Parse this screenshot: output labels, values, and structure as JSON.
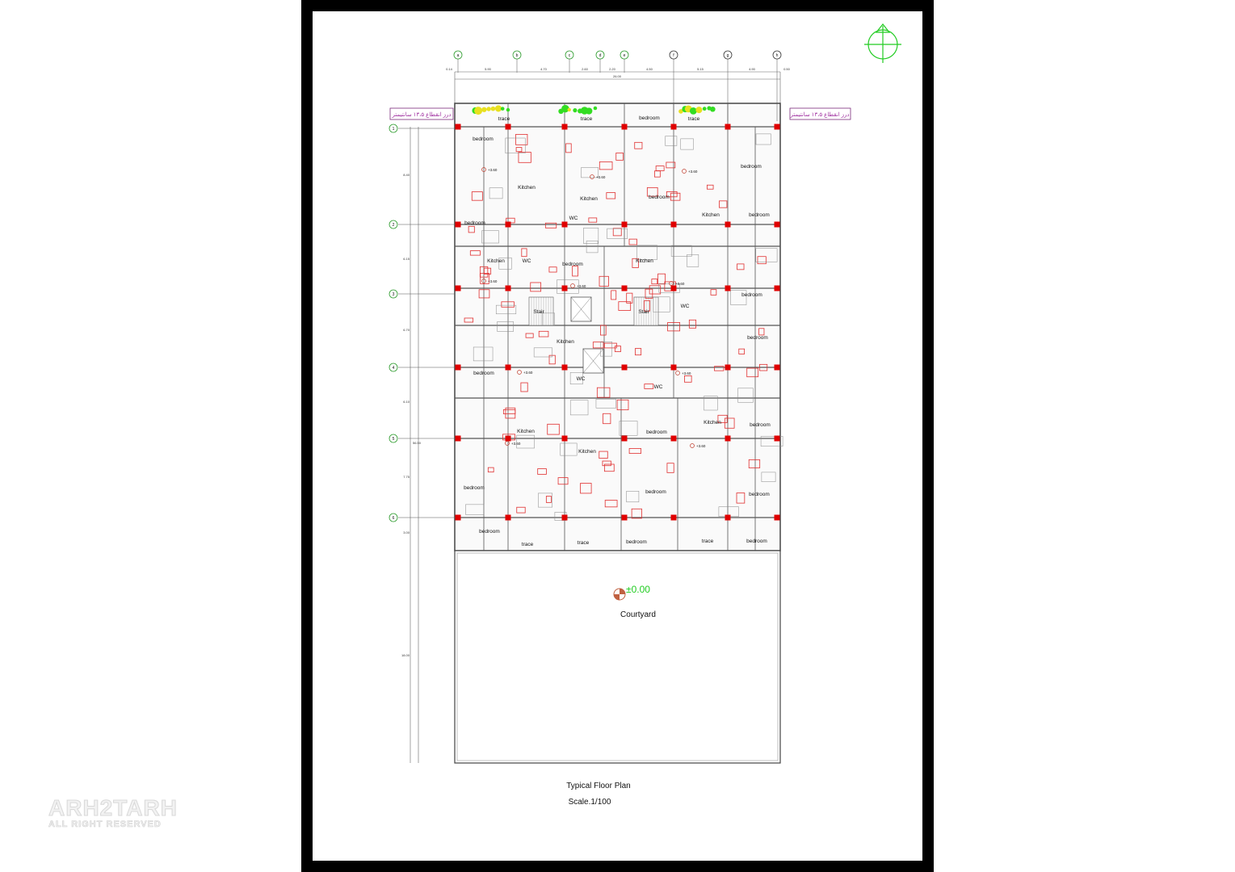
{
  "drawing": {
    "title": "Typical Floor Plan",
    "scale": "Scale.1/100",
    "courtyard_label": "Courtyard",
    "level_mark": "±0.00",
    "expansion_joint_note": "درز انقطاع ۱۳،۵ سانتیمتر",
    "overall_width": "26.00",
    "overall_depth": "56.50"
  },
  "grid_axes_top": [
    "a",
    "b",
    "c",
    "d",
    "e",
    "f",
    "g",
    "h"
  ],
  "grid_axes_left": [
    "1",
    "2",
    "3",
    "4",
    "5",
    "6"
  ],
  "top_dimensions": [
    "0.14",
    "5.90",
    "4.70",
    "2.60",
    "2.20",
    "4.50",
    "5.15",
    "4.90",
    "0.50"
  ],
  "left_dimensions": [
    "8.40",
    "6.15",
    "6.70",
    "6.10",
    "7.75",
    "3.00",
    "18.00"
  ],
  "rooms": [
    "trace",
    "trace",
    "bedroom",
    "trace",
    "bedroom",
    "bedroom",
    "Kitchen",
    "bedroom",
    "bedroom",
    "Kitchen",
    "WC",
    "Kitchen",
    "bedroom",
    "Kitchen",
    "WC",
    "bedroom",
    "Kitchen",
    "bedroom",
    "Stair",
    "Stair",
    "WC",
    "Kitchen",
    "bedroom",
    "bedroom",
    "WC",
    "WC",
    "Kitchen",
    "bedroom",
    "Kitchen",
    "bedroom",
    "Kitchen",
    "bedroom",
    "bedroom",
    "bedroom",
    "bedroom",
    "trace",
    "trace",
    "bedroom",
    "trace",
    "bedroom"
  ],
  "level_marks": [
    "+3.60",
    "+3.60",
    "+3.60",
    "+3.60",
    "+3.60",
    "+3.60",
    "+3.60",
    "+3.60",
    "+3.60",
    "+3.60"
  ],
  "watermark": {
    "brand": "ARH2TARH",
    "rights": "ALL RIGHT RESERVED"
  },
  "colors": {
    "wall": "#555555",
    "column": "#e00000",
    "furniture": "#e03030",
    "plant": "#33dd22",
    "grid_bubble": "#2a9a2a",
    "level": "#22cc22"
  }
}
